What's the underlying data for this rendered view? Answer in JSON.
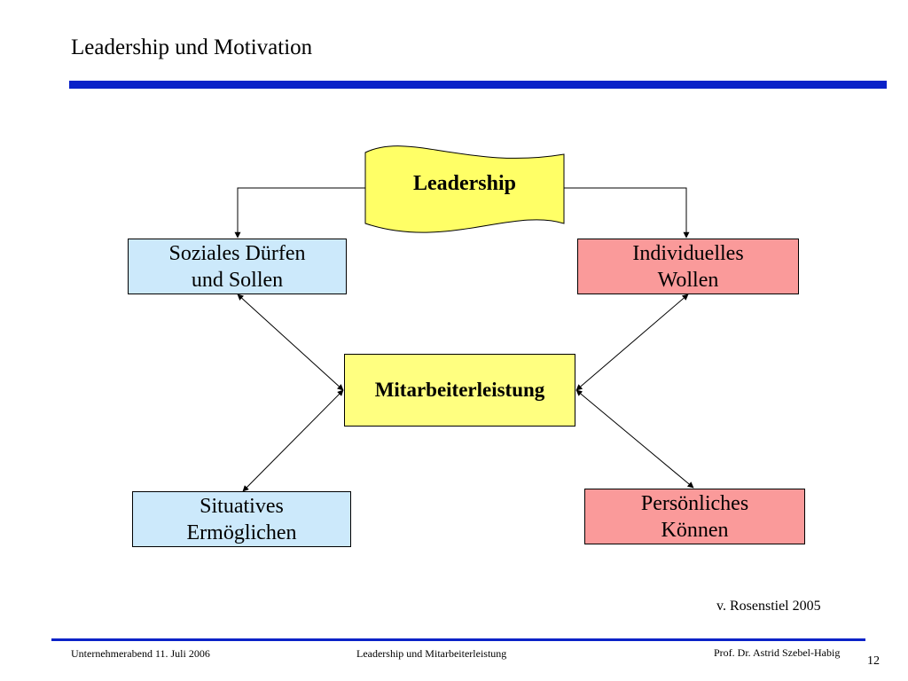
{
  "header": {
    "title": "Leadership und Motivation"
  },
  "diagram": {
    "leadership": "Leadership",
    "social": "Soziales Dürfen\nund Sollen",
    "individual": "Individuelles\nWollen",
    "center": "Mitarbeiterleistung",
    "situational": "Situatives\nErmöglichen",
    "personal": "Persönliches\nKönnen"
  },
  "source": "v. Rosenstiel 2005",
  "footer": {
    "left": "Unternehmerabend 11. Juli  2006",
    "middle": "Leadership und Mitarbeiterleistung",
    "right": "Prof. Dr. Astrid Szebel-Habig",
    "page": "12"
  },
  "colors": {
    "accent_blue": "#0a22c8",
    "box_blue": "#cce9fb",
    "box_red": "#fa9a9a",
    "box_yellow": "#ffff80"
  }
}
